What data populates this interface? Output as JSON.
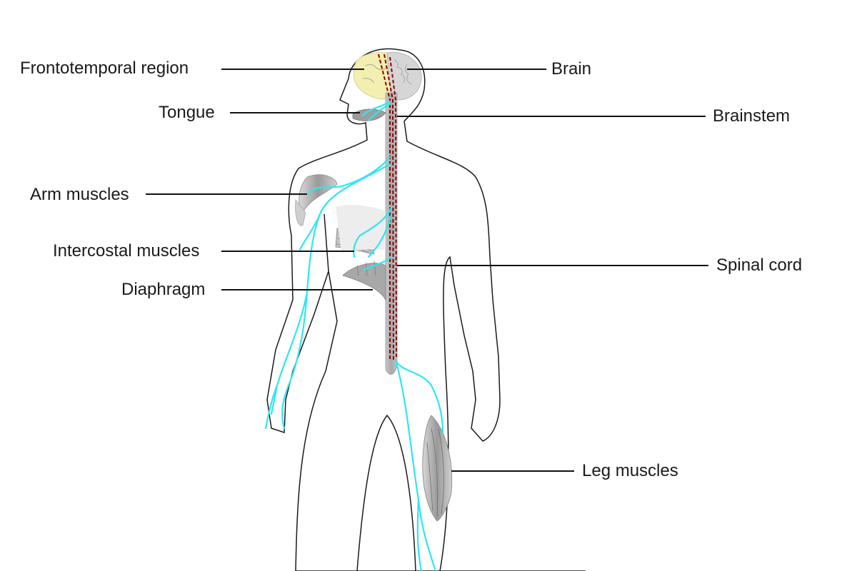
{
  "labels": {
    "frontotemporal": "Frontotemporal region",
    "brain": "Brain",
    "tongue": "Tongue",
    "brainstem": "Brainstem",
    "arm_muscles": "Arm muscles",
    "intercostal": "Intercostal muscles",
    "spinal_cord": "Spinal cord",
    "diaphragm": "Diaphragm",
    "leg_muscles": "Leg muscles"
  },
  "colors": {
    "body_outline": "#1a1a1a",
    "nerve": "#2ee6f0",
    "spinal_cord": "#b4b4b4",
    "motor_pathway": "#8b0000",
    "frontotemporal": "#f2efb0",
    "brain": "#d6d6d6",
    "muscle": "#a8a8a8",
    "leader_line": "#111111"
  }
}
